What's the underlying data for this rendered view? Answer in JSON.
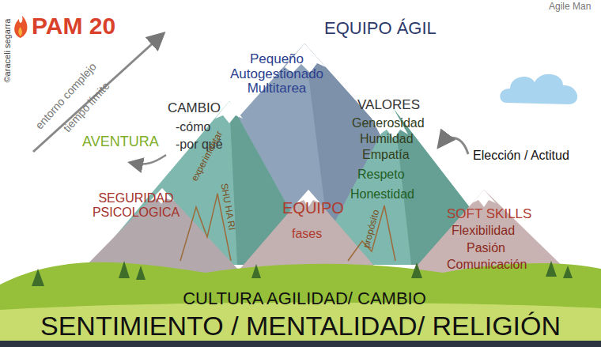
{
  "diagram": {
    "title": "PAM 20",
    "labels": [
      "Agile Man",
      "©araceli segarra",
      "entorno complejo",
      "tiempo límite",
      "EQUIPO ÁGIL",
      "Pequeño Autogestionado Multitarea",
      "CAMBIO",
      "-cómo",
      "-por qué",
      "AVENTURA",
      "VALORES",
      "Generosidad",
      "Humildad",
      "Empatía",
      "Respeto",
      "Honestidad",
      "Elección / Actitud",
      "SEGURIDAD PSICOLOGICA",
      "experimentar",
      "SHU HA RI",
      "EQUIPO",
      "fases",
      "propósito",
      "SOFT SKILLS",
      "Flexibilidad",
      "Pasión",
      "Comunicación",
      "CULTURA AGILIDAD/ CAMBIO",
      "SENTIMIENTO / MENTALIDAD/ RELIGIÓN"
    ]
  }
}
